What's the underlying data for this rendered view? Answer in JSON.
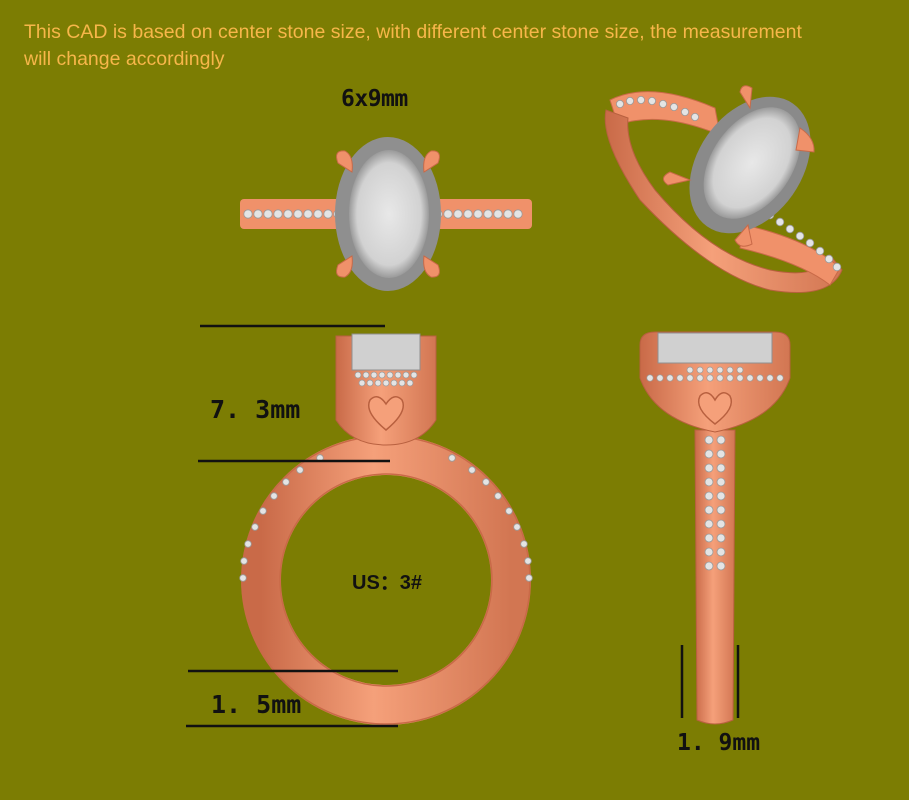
{
  "notes": {
    "line1": "This CAD is based on center stone size, with different center stone size, the measurement",
    "line2": "will change accordingly"
  },
  "dimensions": {
    "center_stone": "6x9mm",
    "head_height": "7. 3mm",
    "ring_size": "US：3#",
    "band_thickness": "1. 5mm",
    "band_width": "1. 9mm"
  },
  "colors": {
    "background": "#7c7d03",
    "note_text": "#f7b64a",
    "metal": "#f0916a",
    "metal_dark": "#c96a48",
    "stone": "#d6d6d6",
    "stone_rim": "#8a8a8a",
    "dimension_line": "#111111"
  },
  "views": [
    "top-view",
    "perspective-view",
    "side-view",
    "front-view"
  ]
}
